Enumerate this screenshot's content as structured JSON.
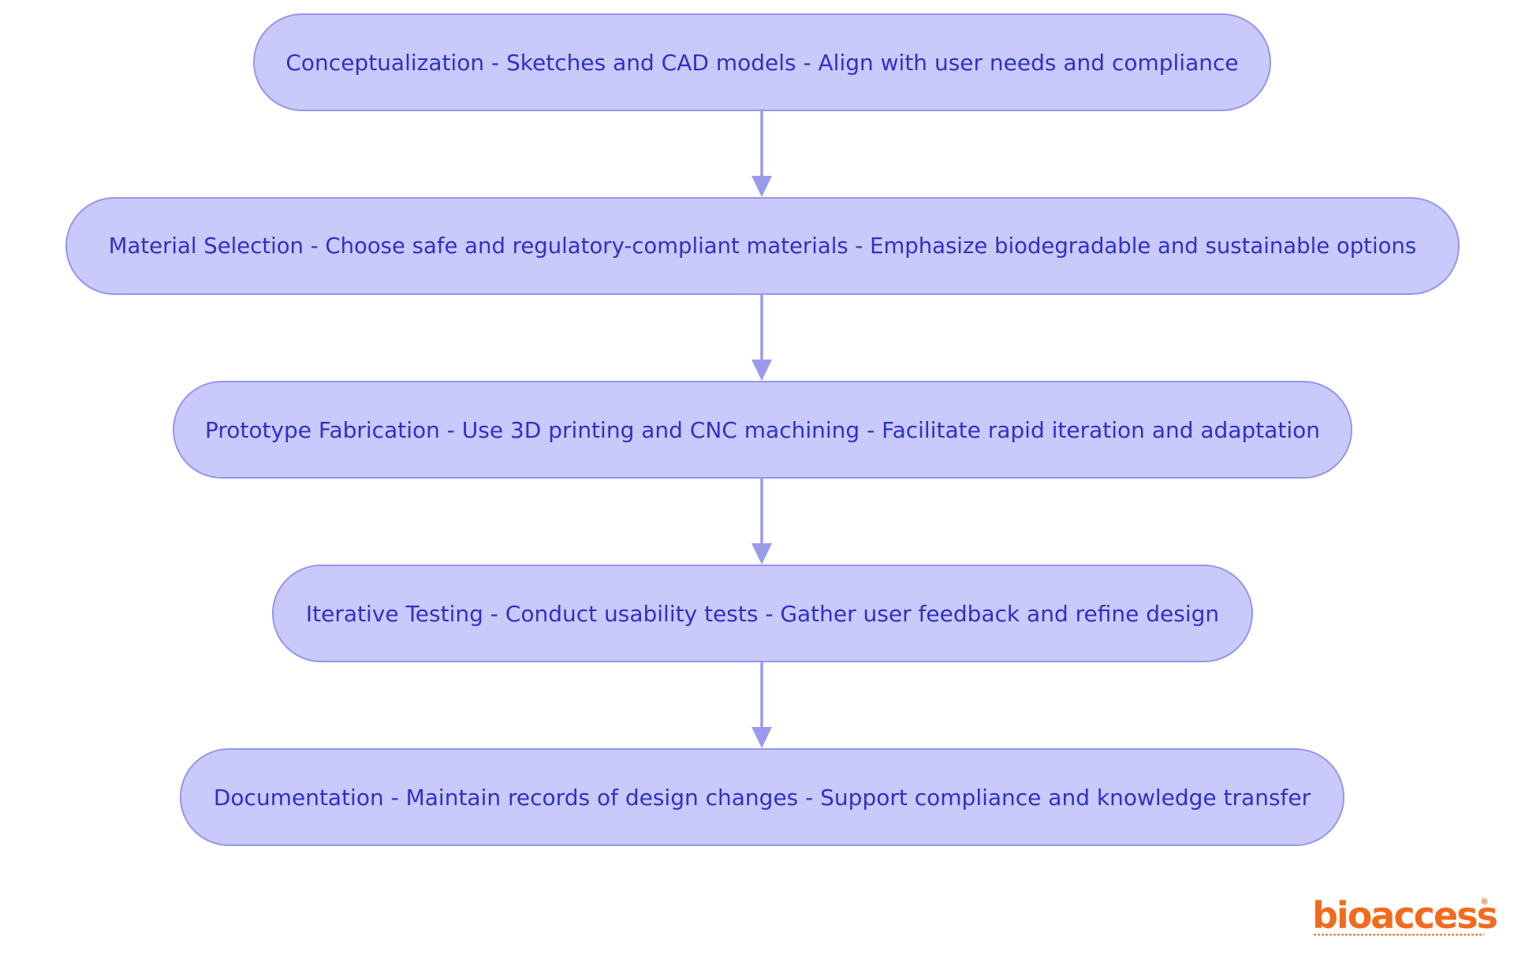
{
  "diagram": {
    "type": "vertical-flowchart",
    "node_fill": "#c9c9fb",
    "node_border": "#9696ec",
    "text_color": "#3030c9",
    "edge_color": "#9a9aed",
    "nodes": [
      {
        "id": "n1",
        "label": "Conceptualization - Sketches and CAD models - Align with user needs and compliance"
      },
      {
        "id": "n2",
        "label": "Material Selection - Choose safe and regulatory-compliant materials - Emphasize biodegradable and sustainable options"
      },
      {
        "id": "n3",
        "label": "Prototype Fabrication - Use 3D printing and CNC machining - Facilitate rapid iteration and adaptation"
      },
      {
        "id": "n4",
        "label": "Iterative Testing - Conduct usability tests - Gather user feedback and refine design"
      },
      {
        "id": "n5",
        "label": "Documentation - Maintain records of design changes - Support compliance and knowledge transfer"
      }
    ],
    "edges": [
      {
        "from": "n1",
        "to": "n2"
      },
      {
        "from": "n2",
        "to": "n3"
      },
      {
        "from": "n3",
        "to": "n4"
      },
      {
        "from": "n4",
        "to": "n5"
      }
    ]
  },
  "logo": {
    "text": "bioaccess",
    "registered_mark": "®",
    "color": "#f26b1d"
  }
}
